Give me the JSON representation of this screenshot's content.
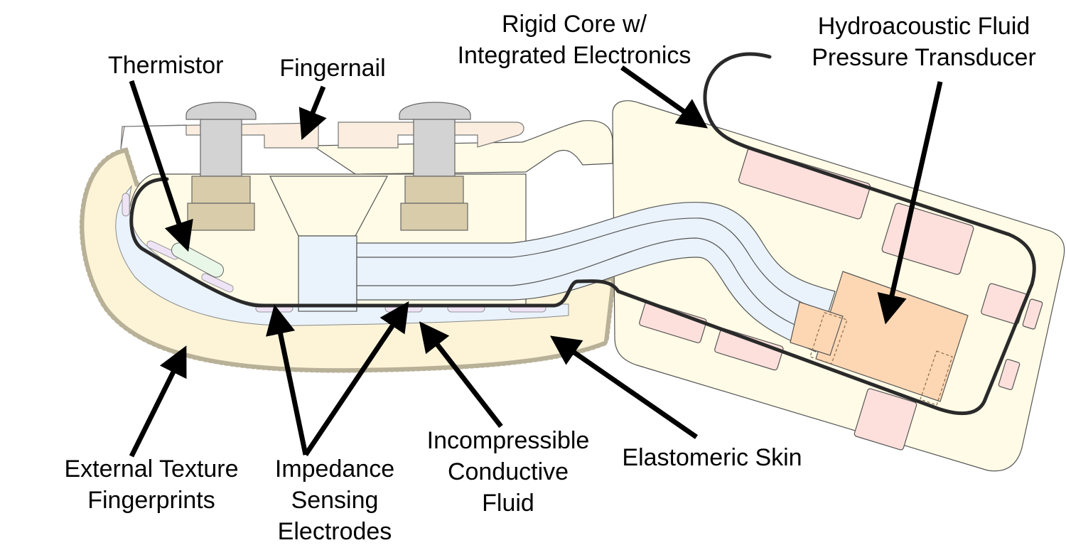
{
  "labels": {
    "thermistor": [
      "Thermistor"
    ],
    "fingernail": [
      "Fingernail"
    ],
    "rigid_core": [
      "Rigid Core w/",
      "Integrated Electronics"
    ],
    "transducer": [
      "Hydroacoustic Fluid",
      "Pressure Transducer"
    ],
    "external_texture": [
      "External Texture",
      "Fingerprints"
    ],
    "electrodes": [
      "Impedance",
      "Sensing",
      "Electrodes"
    ],
    "fluid": [
      "Incompressible",
      "Conductive",
      "Fluid"
    ],
    "skin": [
      "Elastomeric Skin"
    ]
  },
  "colors": {
    "skin": "#fdf4d8",
    "skin_edge": "#b8b198",
    "core": "#fffbe6",
    "fluid": "#eaf3fb",
    "nail": "#fbeee0",
    "screw": "#d3d3d3",
    "nut": "#d8ccaa",
    "component": "#fde0dc",
    "transducer": "#fdd7b4",
    "electrode": "#efe4f6",
    "thermistor": "#e8f7e8",
    "wire": "#2a2a2a"
  }
}
